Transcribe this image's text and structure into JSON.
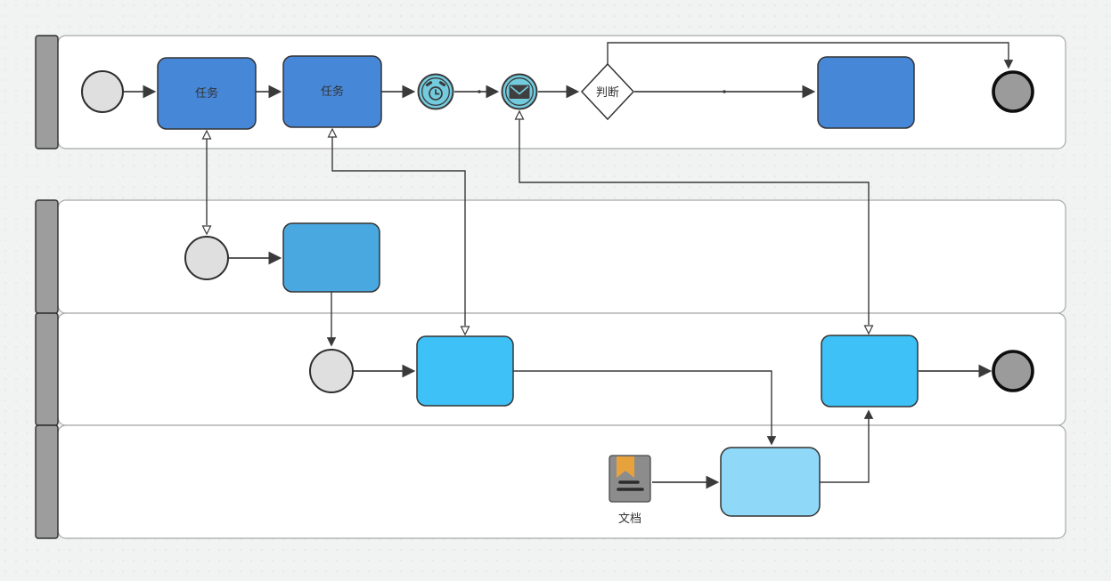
{
  "canvas": {
    "background": "#F1F2F2"
  },
  "colors": {
    "lane_header": "#9D9D9D",
    "lane_body": "#FFFFFF",
    "task_dark_blue": "#4787D8",
    "task_medium_blue": "#4AA8E0",
    "task_bright_blue": "#3EC1F7",
    "task_light_blue": "#8FD8F8",
    "start_event": "#DFDFDF",
    "end_event": "#9B9B9B",
    "event_cyan": "#73CBDE",
    "envelope_dark": "#3F3F3F",
    "gateway_fill": "#FFFFFF",
    "doc_gray": "#8C8C8C",
    "doc_bookmark_orange": "#E8A23C"
  },
  "icons": {
    "timer": "alarm-clock-icon",
    "message": "envelope-icon",
    "document": "bookmark-document-icon"
  },
  "labels": {
    "task1": "任务",
    "task2": "任务",
    "gateway1": "判断",
    "document1": "文档"
  }
}
